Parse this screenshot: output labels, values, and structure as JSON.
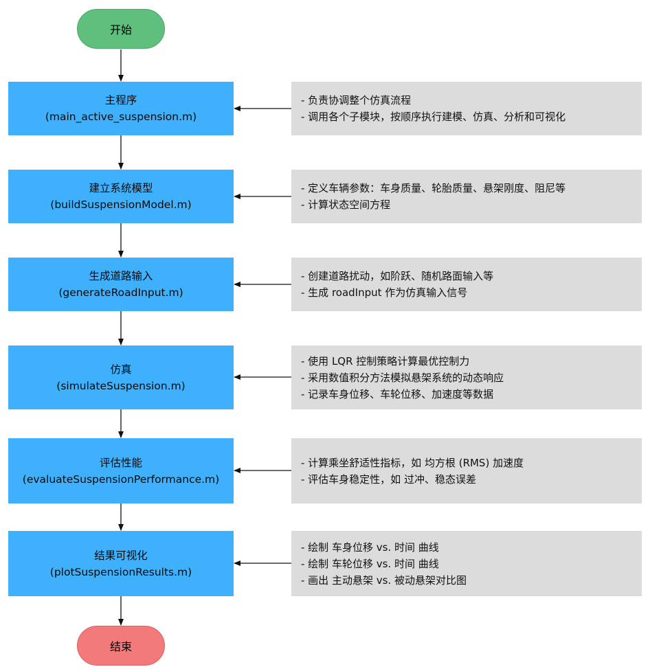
{
  "start_label": "开始",
  "end_label": "结束",
  "steps": [
    {
      "title": "主程序",
      "file": "(main_active_suspension.m)",
      "notes": [
        "- 负责协调整个仿真流程",
        "- 调用各个子模块，按顺序执行建模、仿真、分析和可视化"
      ]
    },
    {
      "title": "建立系统模型",
      "file": "(buildSuspensionModel.m)",
      "notes": [
        "- 定义车辆参数：车身质量、轮胎质量、悬架刚度、阻尼等",
        "- 计算状态空间方程"
      ]
    },
    {
      "title": "生成道路输入",
      "file": "(generateRoadInput.m)",
      "notes": [
        "- 创建道路扰动，如阶跃、随机路面输入等",
        "- 生成 roadInput 作为仿真输入信号"
      ]
    },
    {
      "title": "仿真",
      "file": "(simulateSuspension.m)",
      "notes": [
        "- 使用 LQR 控制策略计算最优控制力",
        "- 采用数值积分方法模拟悬架系统的动态响应",
        "- 记录车身位移、车轮位移、加速度等数据"
      ]
    },
    {
      "title": "评估性能",
      "file": "(evaluateSuspensionPerformance.m)",
      "notes": [
        "- 计算乘坐舒适性指标，如 均方根 (RMS) 加速度",
        "- 评估车身稳定性，如 过冲、稳态误差"
      ]
    },
    {
      "title": "结果可视化",
      "file": "(plotSuspensionResults.m)",
      "notes": [
        "- 绘制 车身位移 vs. 时间 曲线",
        "- 绘制 车轮位移 vs. 时间 曲线",
        "- 画出 主动悬架 vs. 被动悬架对比图"
      ]
    }
  ],
  "colors": {
    "start": "#5fbf7d",
    "end": "#f27a7a",
    "step": "#3fb0fb",
    "note": "#dcdcdc"
  }
}
